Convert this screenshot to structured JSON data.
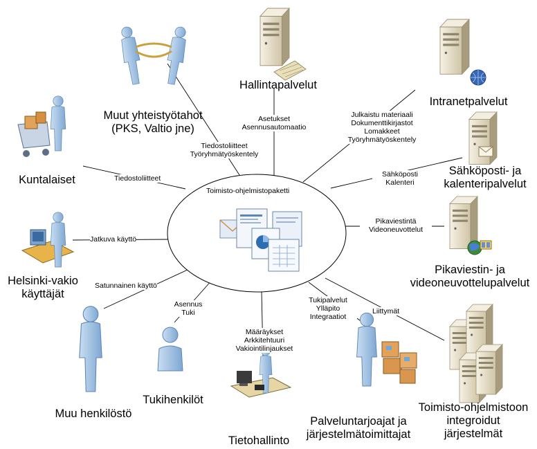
{
  "center": {
    "title": "Toimisto-ohjelmistopaketti"
  },
  "nodes": {
    "hallinta": "Hallintapalvelut",
    "intranet": "Intranetpalvelut",
    "sahkoposti": [
      "Sähköposti- ja",
      "kalenteripalvelut"
    ],
    "pikaviestin": [
      "Pikaviestin- ja",
      "videoneuvottelupalvelut"
    ],
    "integroidut": [
      "Toimisto-ohjelmistoon",
      "integroidut",
      "järjestelmät"
    ],
    "palveluntarjoajat": [
      "Palveluntarjoajat ja",
      "järjestelmätoimittajat"
    ],
    "tietohallinto": "Tietohallinto",
    "tukihenkilot": "Tukihenkilöt",
    "muu_henkilosto": "Muu henkilöstö",
    "helsinki": [
      "Helsinki-vakio",
      "käyttäjät"
    ],
    "kuntalaiset": "Kuntalaiset",
    "muut": [
      "Muut yhteistyötahot",
      "(PKS, Valtio jne)"
    ]
  },
  "edges": {
    "hallinta": [
      "Asetukset",
      "Asennusautomaatio"
    ],
    "intranet": [
      "Julkaistu materiaali",
      "Dokumenttikirjastot",
      "Lomakkeet",
      "Työryhmätyöskentely"
    ],
    "sahkoposti": [
      "Sähköposti",
      "Kalenteri"
    ],
    "pikaviestin": [
      "Pikaviestintä",
      "Videoneuvottelut"
    ],
    "integroidut": "Liittymät",
    "palveluntarjoajat": [
      "Tukipalvelut",
      "Ylläpito",
      "Integraatiot"
    ],
    "tietohallinto": [
      "Määräykset",
      "Arkkitehtuuri",
      "Vakiointilinjaukset"
    ],
    "tukihenkilot": [
      "Asennus",
      "Tuki"
    ],
    "muu_henkilosto": "Satunnainen käyttö",
    "helsinki": "Jatkuva käyttö",
    "kuntalaiset": "Tiedostoliitteet",
    "muut": [
      "Tiedostoliitteet",
      "Työryhmätyöskentely"
    ]
  },
  "icons": {
    "center": "office-documents-icon",
    "hallinta": "server-with-keyboard-icon",
    "intranet": "server-globe-icon",
    "sahkoposti": "server-mail-icon",
    "pikaviestin": "server-globe-video-icon",
    "integroidut": "server-cluster-icon",
    "palveluntarjoajat": "person-with-boxes-icon",
    "tietohallinto": "person-at-desk-icon",
    "tukihenkilot": "person-bust-icon",
    "muu_henkilosto": "standing-person-icon",
    "helsinki": "person-at-computer-icon",
    "kuntalaiset": "shopping-cart-icon",
    "muut": "tug-of-war-icon"
  },
  "colors": {
    "person": "#9ec3e6",
    "person_dark": "#5b86b8",
    "server": "#ece4cf",
    "server_dark": "#b9ad90",
    "box": "#e2a25a",
    "line": "#000000"
  }
}
